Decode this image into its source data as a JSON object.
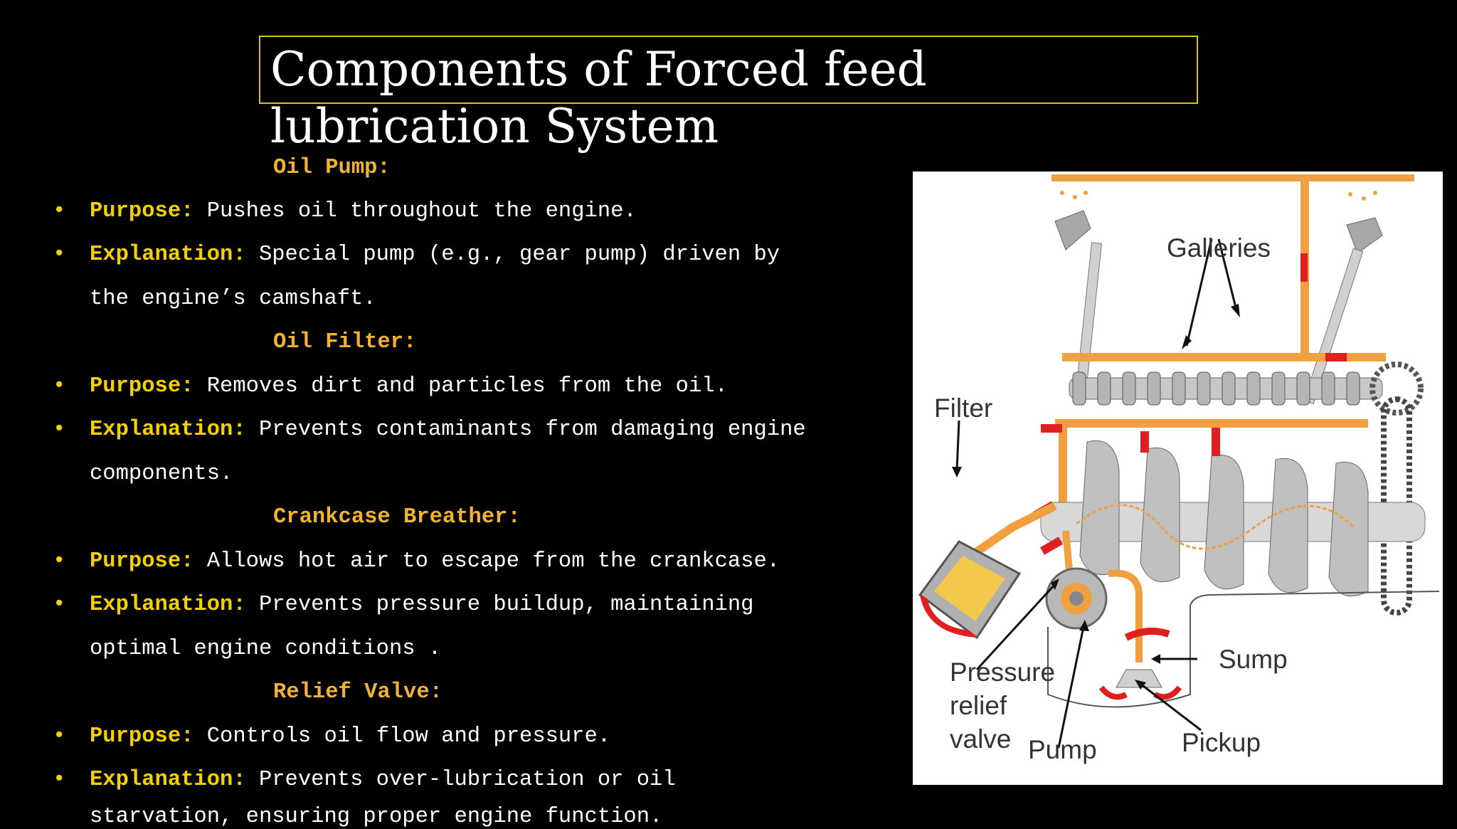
{
  "title_line1": "Components of Forced feed",
  "title_line2": "lubrication System",
  "sections": [
    {
      "heading": "Oil Pump:",
      "purpose_key": "Purpose:",
      "purpose": "Pushes oil throughout the engine.",
      "explanation_key": "Explanation:",
      "explanation_l1": "Special pump (e.g., gear pump) driven by",
      "explanation_l2": "the engine’s camshaft."
    },
    {
      "heading": "Oil Filter:",
      "purpose_key": "Purpose:",
      "purpose": "Removes dirt and particles from the oil.",
      "explanation_key": "Explanation:",
      "explanation_l1": "Prevents contaminants from damaging engine",
      "explanation_l2": "components."
    },
    {
      "heading": "Crankcase Breather:",
      "purpose_key": "Purpose:",
      "purpose": "Allows hot air to escape from the crankcase.",
      "explanation_key": "Explanation:",
      "explanation_l1": "Prevents pressure buildup, maintaining",
      "explanation_l2": "optimal engine conditions ."
    },
    {
      "heading": "Relief Valve:",
      "purpose_key": "Purpose:",
      "purpose": "Controls oil flow and pressure.",
      "explanation_key": "Explanation:",
      "explanation_l1": "Prevents over-lubrication or oil",
      "explanation_l2": "starvation, ensuring proper engine function."
    }
  ],
  "figure": {
    "labels": {
      "galleries": "Galleries",
      "filter": "Filter",
      "sump": "Sump",
      "pressure": "Pressure",
      "relief": "relief",
      "valve": "valve",
      "pump": "Pump",
      "pickup": "Pickup"
    },
    "colors": {
      "oil": "#f0a040",
      "hot": "#e02020",
      "metal": "#c8c8c8"
    }
  }
}
